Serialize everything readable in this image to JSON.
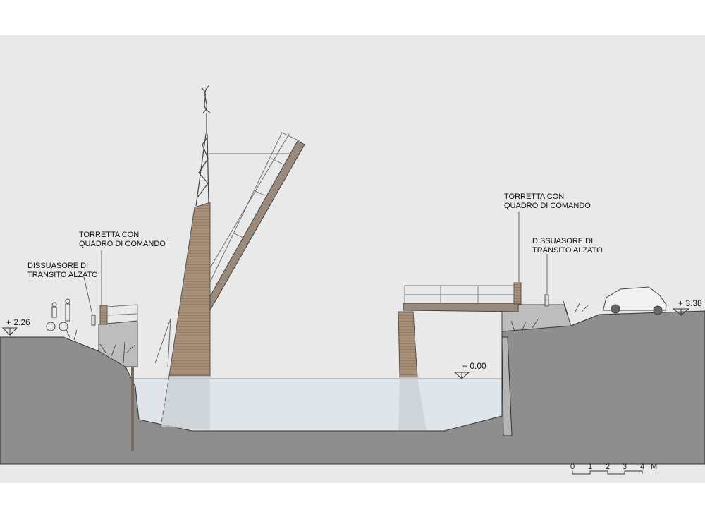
{
  "labels": {
    "left_tower": [
      "TORRETTA CON",
      "QUADRO DI COMANDO"
    ],
    "left_bollard": [
      "DISSUASORE DI",
      "TRANSITO ALZATO"
    ],
    "right_tower": [
      "TORRETTA CON",
      "QUADRO DI COMANDO"
    ],
    "right_bollard": [
      "DISSUASORE DI",
      "TRANSITO ALZATO"
    ]
  },
  "levels": {
    "left_bank": "+ 2.26",
    "water": "+ 0.00",
    "right_bank": "+ 3.38"
  },
  "scale_bar": {
    "ticks": [
      "0",
      "1",
      "2",
      "3",
      "4"
    ],
    "unit": "M"
  },
  "colors": {
    "background": "#e9e9e9",
    "ground": "#8e8e8e",
    "water": "#dfe5ea",
    "timber": "#a88f78"
  }
}
